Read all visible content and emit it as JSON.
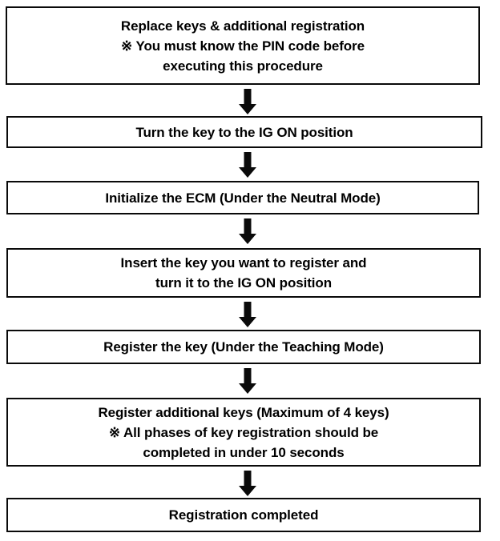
{
  "diagram": {
    "title": "Key registration procedure flowchart",
    "orientation": "vertical",
    "text_color": "#000000",
    "border_color": "#0a0a0a",
    "background_color": "#ffffff",
    "reference_mark": "※",
    "nodes": [
      {
        "id": "node-1",
        "name": "replace-keys-additional-registration",
        "lines": [
          "Replace keys & additional registration",
          "※ You must know the PIN code before",
          "executing this procedure"
        ]
      },
      {
        "id": "node-2",
        "name": "turn-key-ig-on",
        "lines": [
          "Turn the key to the IG ON position"
        ]
      },
      {
        "id": "node-3",
        "name": "initialize-ecm",
        "lines": [
          "Initialize the ECM (Under the Neutral Mode)"
        ]
      },
      {
        "id": "node-4",
        "name": "insert-key-turn-ig-on",
        "lines": [
          "Insert the key you want to register and",
          "turn it to the IG ON position"
        ]
      },
      {
        "id": "node-5",
        "name": "register-key-teaching-mode",
        "lines": [
          "Register the key (Under the Teaching Mode)"
        ]
      },
      {
        "id": "node-6",
        "name": "register-additional-keys",
        "lines": [
          "Register additional keys (Maximum of 4 keys)",
          "※ All phases of key registration should be",
          "completed in under 10 seconds"
        ]
      },
      {
        "id": "node-7",
        "name": "registration-completed",
        "lines": [
          "Registration completed"
        ]
      }
    ],
    "connectors": [
      {
        "id": "arrow-1",
        "name": "arrow-node1-to-node2",
        "glyph": "down-arrow"
      },
      {
        "id": "arrow-2",
        "name": "arrow-node2-to-node3",
        "glyph": "down-arrow"
      },
      {
        "id": "arrow-3",
        "name": "arrow-node3-to-node4",
        "glyph": "down-arrow"
      },
      {
        "id": "arrow-4",
        "name": "arrow-node4-to-node5",
        "glyph": "down-arrow"
      },
      {
        "id": "arrow-5",
        "name": "arrow-node5-to-node6",
        "glyph": "down-arrow"
      },
      {
        "id": "arrow-6",
        "name": "arrow-node6-to-node7",
        "glyph": "down-arrow"
      }
    ]
  }
}
